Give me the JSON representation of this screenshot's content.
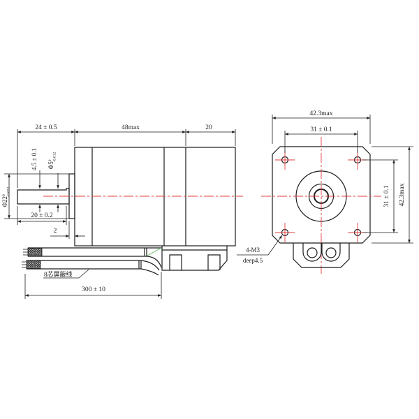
{
  "drawing": {
    "type": "stepper-motor-engineering-drawing",
    "views": [
      "side-view",
      "front-view"
    ]
  },
  "side_view": {
    "shaft_length": "24 ± 0.5",
    "body_length": "48max",
    "rear_length": "20",
    "flat_height": "4.5 ± 0.1",
    "shaft_dia": "Φ5",
    "shaft_dia_tol_up": "0",
    "shaft_dia_tol_low": "-0.012",
    "pilot_dia": "Φ22",
    "pilot_dia_tol_up": "0",
    "pilot_dia_tol_low": "-0.052",
    "flat_length": "20 ± 0.2",
    "pilot_protrusion": "2",
    "cable_note": "8芯屏蔽线",
    "cable_length": "300 ± 10"
  },
  "front_view": {
    "width": "42.3max",
    "height": "42.3max",
    "hole_pitch_h": "31 ± 0.1",
    "hole_pitch_v": "31 ± 0.1",
    "hole_note_top": "4-M3",
    "hole_note_bottom": "deep4.5"
  },
  "colors": {
    "outline": "#1c1c1c",
    "centerline": "#e23b3b",
    "wire_highlight": "#79c879"
  }
}
